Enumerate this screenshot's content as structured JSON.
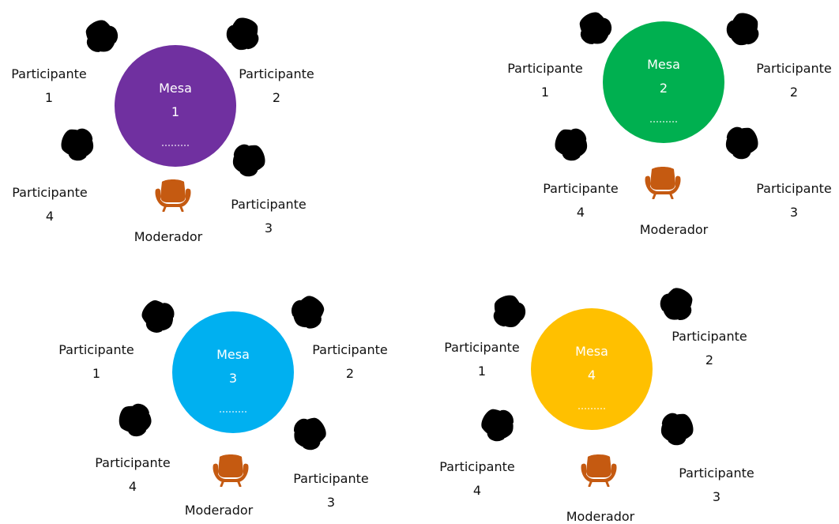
{
  "colors": {
    "table_1": "#7030A0",
    "table_2": "#00B050",
    "table_3": "#00B0F0",
    "table_4": "#FFC000",
    "participant_chair": "#000000",
    "moderator_chair": "#C55A11",
    "text": "#111111",
    "table_text": "#FFFFFF"
  },
  "icons": {
    "participant_chair": "armchair-top-view-icon",
    "moderator_chair": "armchair-front-view-icon"
  },
  "tables": [
    {
      "id": "1",
      "label_word": "Mesa",
      "label_number": "1",
      "participants": [
        {
          "word": "Participante",
          "number": "1"
        },
        {
          "word": "Participante",
          "number": "2"
        },
        {
          "word": "Participante",
          "number": "3"
        },
        {
          "word": "Participante",
          "number": "4"
        }
      ],
      "moderator": "Moderador"
    },
    {
      "id": "2",
      "label_word": "Mesa",
      "label_number": "2",
      "participants": [
        {
          "word": "Participante",
          "number": "1"
        },
        {
          "word": "Participante",
          "number": "2"
        },
        {
          "word": "Participante",
          "number": "3"
        },
        {
          "word": "Participante",
          "number": "4"
        }
      ],
      "moderator": "Moderador"
    },
    {
      "id": "3",
      "label_word": "Mesa",
      "label_number": "3",
      "participants": [
        {
          "word": "Participante",
          "number": "1"
        },
        {
          "word": "Participante",
          "number": "2"
        },
        {
          "word": "Participante",
          "number": "3"
        },
        {
          "word": "Participante",
          "number": "4"
        }
      ],
      "moderator": "Moderador"
    },
    {
      "id": "4",
      "label_word": "Mesa",
      "label_number": "4",
      "participants": [
        {
          "word": "Participante",
          "number": "1"
        },
        {
          "word": "Participante",
          "number": "2"
        },
        {
          "word": "Participante",
          "number": "3"
        },
        {
          "word": "Participante",
          "number": "4"
        }
      ],
      "moderator": "Moderador"
    }
  ]
}
